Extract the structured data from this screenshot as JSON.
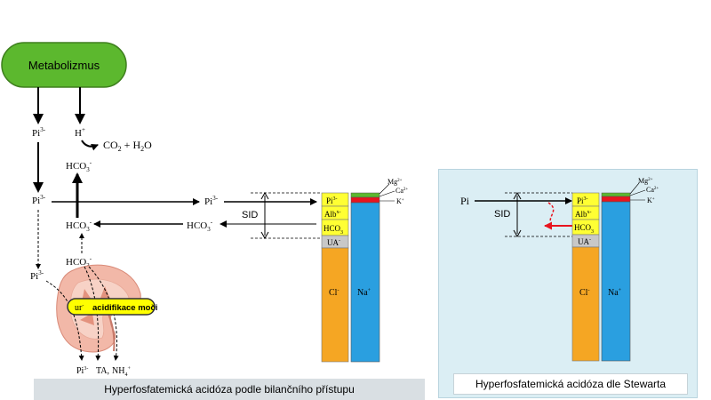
{
  "metabolism": {
    "label": "Metabolizmus"
  },
  "left": {
    "pi_top": "Pi",
    "pi_top_sup": "3-",
    "h_plus": "H",
    "h_plus_sup": "+",
    "co2": "CO",
    "co2_sub": "2",
    "plus": "+ H",
    "h2o_sub": "2",
    "h2o_o": "O",
    "hco3_top": "HCO",
    "hco3_sub": "3",
    "hco3_sup": "-",
    "pi_mid": "Pi",
    "pi_mid_sup": "3-",
    "hco3_mid": "HCO",
    "hco3_low": "HCO",
    "pi_low": "Pi",
    "pi_low_sup": "3-",
    "ur_label": "ur",
    "ur_sup": "-",
    "acidification_label": "acidifikace moči",
    "out_pi": "Pi",
    "out_pi_sup": "3-",
    "out_ta": "TA,",
    "out_nh4": "NH",
    "out_nh4_sub": "4",
    "out_nh4_sup": "+",
    "pi_right": "Pi",
    "pi_right_sup": "3-",
    "hco3_right": "HCO",
    "sid": "SID"
  },
  "gamblegram": {
    "pi": "Pi",
    "pi_sup": "3-",
    "alb": "Alb",
    "alb_sup": "x-",
    "hco3": "HCO",
    "hco3_sub": "3",
    "ua": "UA",
    "ua_sup": "-",
    "cl": "Cl",
    "cl_sup": "-",
    "na": "Na",
    "na_sup": "+",
    "mg": "Mg",
    "mg_sup": "2+",
    "ca": "Ca",
    "ca_sup": "2+",
    "k": "K",
    "k_sup": "+"
  },
  "right": {
    "pi": "Pi",
    "sid": "SID",
    "pi_box": "Pi",
    "pi_box_sup": "3-",
    "alb": "Alb",
    "alb_sup": "x-",
    "hco3": "HCO",
    "hco3_sub": "3",
    "ua": "UA",
    "ua_sup": "-",
    "cl": "Cl",
    "cl_sup": "-",
    "na": "Na",
    "na_sup": "+",
    "mg": "Mg",
    "mg_sup": "2+",
    "ca": "Ca",
    "ca_sup": "2+",
    "k": "K",
    "k_sup": "+"
  },
  "captions": {
    "left": "Hyperfosfatemická acidóza podle bilančního přístupu",
    "right": "Hyperfosfatemická acidóza dle Stewarta"
  },
  "colors": {
    "metabolism_fill": "#5cb82e",
    "pi_yellow": "#ffff33",
    "ua_gray": "#c8c8c8",
    "cl_orange": "#f5a623",
    "na_blue": "#2a9fe0",
    "k_red": "#e8141e",
    "panel_bg": "#dbeef4",
    "caption_bg": "#d9dfe3",
    "red_arrow": "#e8141e"
  }
}
